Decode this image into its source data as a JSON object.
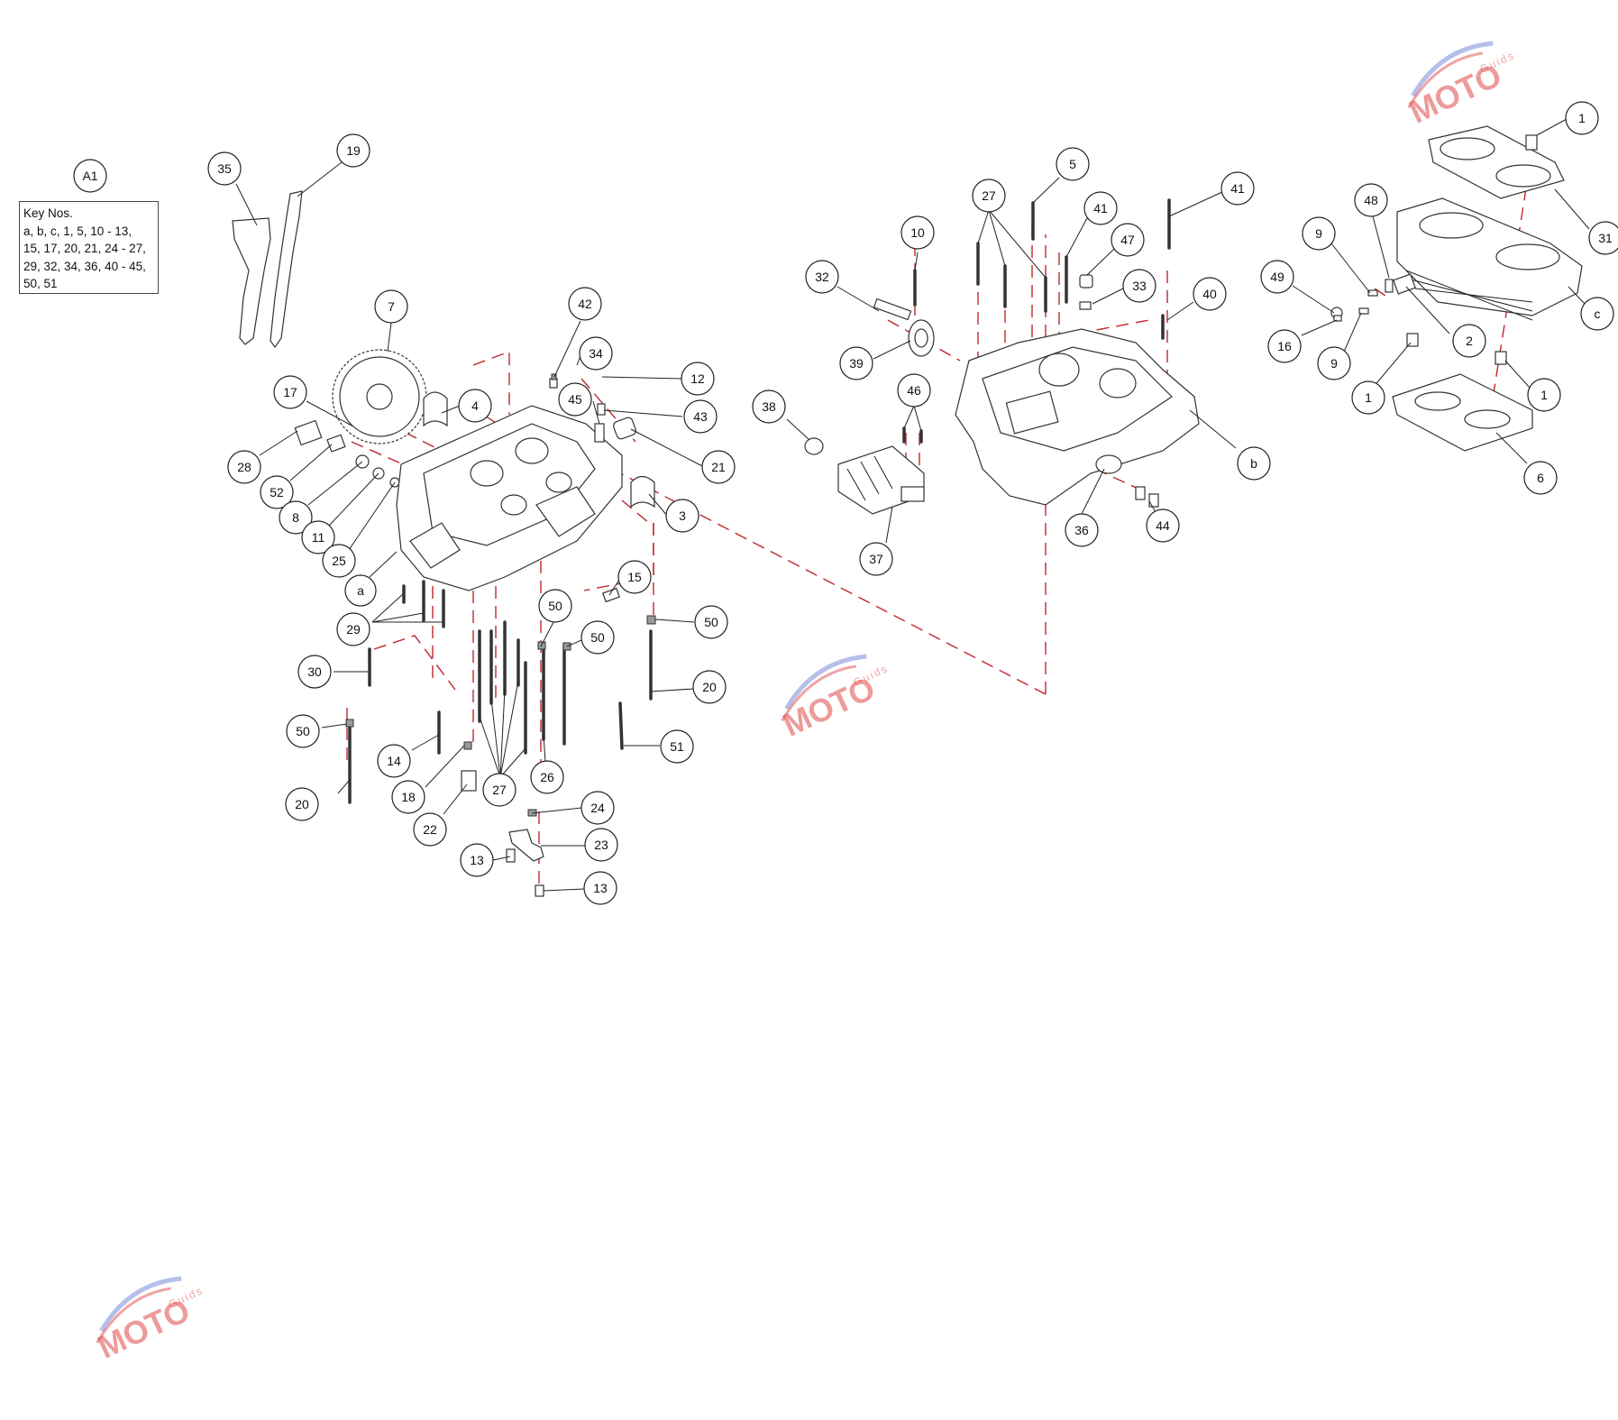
{
  "assembly_ref": "A1",
  "key_box": {
    "lines": [
      "Key Nos.",
      "a, b, c, 1, 5, 10 - 13,",
      "15, 17, 20, 21, 24 - 27,",
      "29, 32, 34, 36, 40 - 45,",
      "50, 51"
    ]
  },
  "watermark": {
    "text": "MOTO",
    "sub": "Guids",
    "colors": {
      "brand_red": "#e04a4a",
      "brand_blue": "#6b7fd6"
    }
  },
  "colors": {
    "dash_line": "#c0272d",
    "outline": "#333333"
  },
  "callouts": [
    "35",
    "19",
    "7",
    "17",
    "4",
    "28",
    "52",
    "8",
    "11",
    "25",
    "a",
    "29",
    "30",
    "50",
    "20",
    "14",
    "18",
    "22",
    "27",
    "26",
    "50",
    "50",
    "20",
    "51",
    "42",
    "34",
    "12",
    "45",
    "43",
    "21",
    "3",
    "15",
    "50",
    "24",
    "23",
    "13",
    "13",
    "20",
    "10",
    "32",
    "39",
    "38",
    "46",
    "37",
    "27",
    "5",
    "41",
    "41",
    "47",
    "33",
    "40",
    "b",
    "36",
    "44",
    "1",
    "31",
    "48",
    "9",
    "49",
    "16",
    "9",
    "2",
    "c",
    "1",
    "1",
    "6"
  ]
}
